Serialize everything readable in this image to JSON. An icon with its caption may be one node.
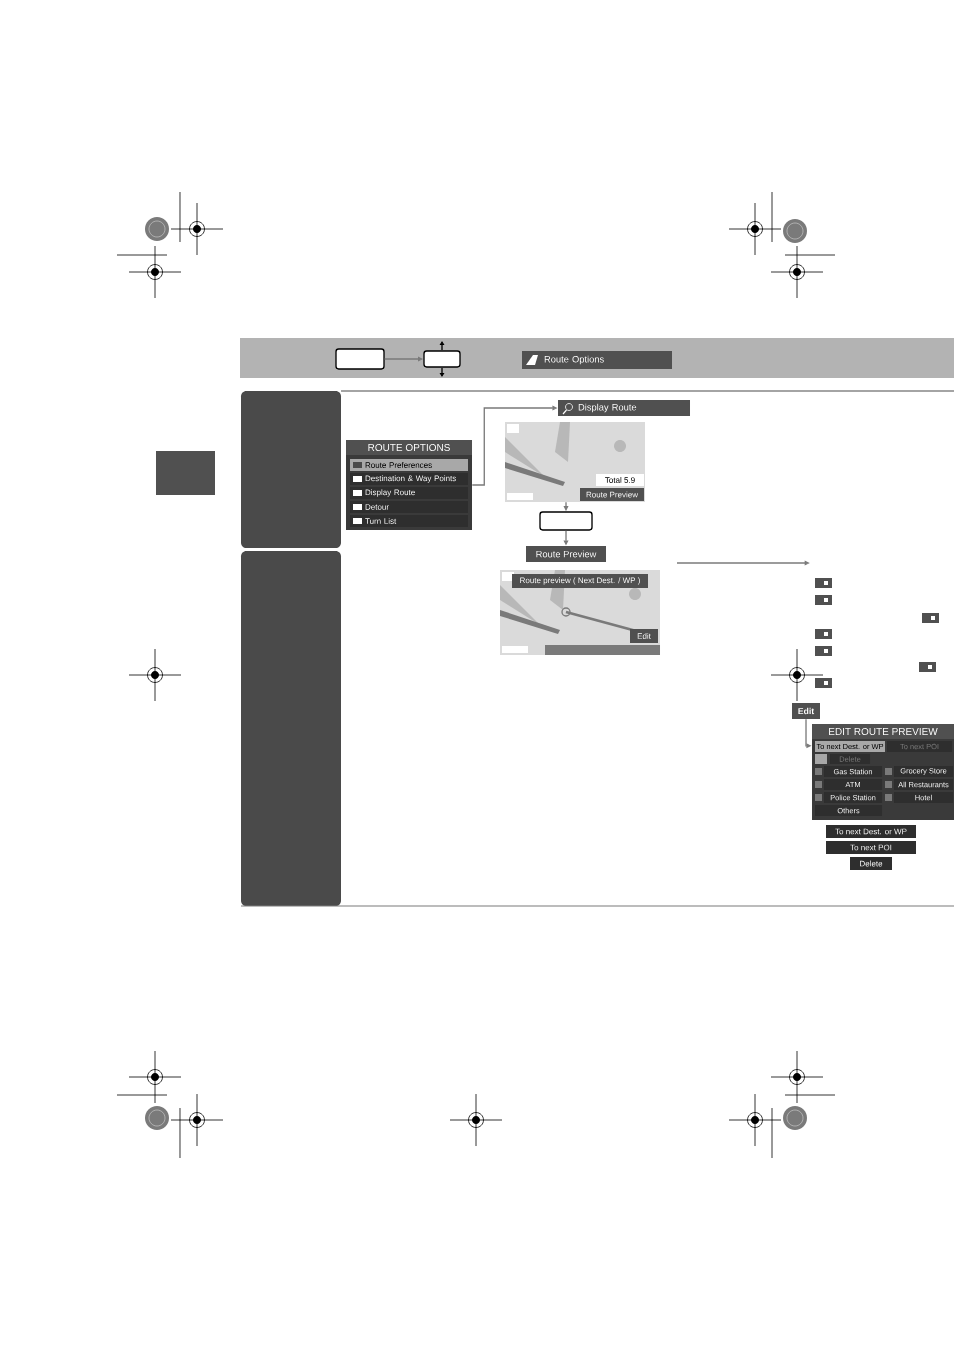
{
  "diagram": {
    "nodes": [
      {
        "text": [],
        "shape": "box"
      },
      {
        "text": [],
        "shape": "box"
      },
      {
        "text": [
          "Route Options"
        ]
      },
      {
        "text": [
          "ROUTE OPTIONS",
          "Route Preferences",
          "Destination & Way Points",
          "Display Route",
          "Detour",
          "Turn List"
        ]
      },
      {
        "text": [
          "Display Route"
        ]
      },
      {
        "text": [
          "Total 5.9",
          "Route Preview"
        ]
      },
      {
        "text": [],
        "shape": "box"
      },
      {
        "text": [
          "Route Preview"
        ]
      },
      {
        "text": [
          "Route preview ( Next Dest. / WP )",
          "Edit"
        ]
      },
      {
        "text": [
          "Edit"
        ]
      },
      {
        "text": [
          "EDIT ROUTE PREVIEW",
          "To next Dest. or WP",
          "To next POI",
          "Delete",
          "Gas Station",
          "Grocery Store",
          "ATM",
          "All Restaurants",
          "Police Station",
          "Hotel",
          "Others"
        ]
      },
      {
        "text": [
          "To next Dest. or WP"
        ]
      },
      {
        "text": [
          "To next POI"
        ]
      },
      {
        "text": [
          "Delete"
        ]
      }
    ],
    "edges": [
      {
        "from": 0,
        "to": 1,
        "arrow": "to"
      },
      {
        "from": 3,
        "to": 4,
        "arrow": "to"
      },
      {
        "from": 5,
        "to": 6,
        "arrow": "to"
      },
      {
        "from": 6,
        "to": 7,
        "arrow": "to"
      },
      {
        "from": 9,
        "to": 10,
        "arrow": "to"
      }
    ]
  }
}
